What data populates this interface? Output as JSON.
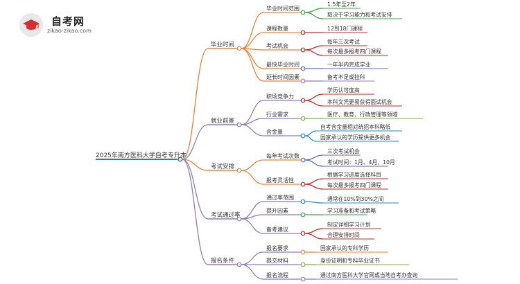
{
  "logo": {
    "title": "自考网",
    "url": "zikao-zikao.com"
  },
  "root": "2025年南方医科大学自考专升本",
  "branches": [
    {
      "label": "毕业时间",
      "color": "#e8833a",
      "children": [
        {
          "label": "毕业时间范围",
          "color": "#43a047",
          "leaves": [
            "1.5年至2年",
            "取决于学习能力和考试安排"
          ]
        },
        {
          "label": "课程数量",
          "color": "#c62828",
          "leaves": [
            "12到18门课程"
          ]
        },
        {
          "label": "考试机会",
          "color": "#c62828",
          "leaves": [
            "每年三次考试",
            "每次最多报考四门课程"
          ]
        },
        {
          "label": "最快毕业时间",
          "color": "#5c6bc0",
          "leaves": [
            "一年半内完成学业"
          ]
        },
        {
          "label": "延长时间因素",
          "color": "#8e7cc3",
          "leaves": [
            "备考不足或挂科"
          ]
        }
      ]
    },
    {
      "label": "就业前景",
      "color": "#8e7cc3",
      "children": [
        {
          "label": "职场竞争力",
          "color": "#c62828",
          "leaves": [
            "学历认可度高",
            "本科文凭更易获得面试机会"
          ]
        },
        {
          "label": "行业需求",
          "color": "#7cb342",
          "leaves": [
            "医疗、教育、行政管理等领域"
          ]
        },
        {
          "label": "含金量",
          "color": "#1e88e5",
          "leaves": [
            "自考含金量相对统招本科略低",
            "国家承认的学历提供更多机会"
          ]
        }
      ]
    },
    {
      "label": "考试安排",
      "color": "#e8833a",
      "children": [
        {
          "label": "每年考试次数",
          "color": "#5c6bc0",
          "leaves": [
            "三次考试机会",
            "考试时间：1月、4月、10月"
          ]
        },
        {
          "label": "报考灵活性",
          "color": "#c62828",
          "leaves": [
            "根据学习进度选择科目",
            "每次最多报考四门课程"
          ]
        }
      ]
    },
    {
      "label": "考试通过率",
      "color": "#8e7cc3",
      "children": [
        {
          "label": "通过率范围",
          "color": "#1e88e5",
          "leaves": [
            "通常在10%到30%之间"
          ]
        },
        {
          "label": "提升因素",
          "color": "#43a047",
          "leaves": [
            "学习准备和考试策略"
          ]
        },
        {
          "label": "备考建议",
          "color": "#c62828",
          "leaves": [
            "制定详细学习计划",
            "合理安排时间"
          ]
        }
      ]
    },
    {
      "label": "报名条件",
      "color": "#8e7cc3",
      "children": [
        {
          "label": "报名要求",
          "color": "#e8833a",
          "leaves": [
            "国家承认的专科学历"
          ]
        },
        {
          "label": "提交材料",
          "color": "#7cb342",
          "leaves": [
            "身份证明和专科毕业证书"
          ]
        },
        {
          "label": "报名流程",
          "color": "#8e7cc3",
          "leaves": [
            "通过南方医科大学官网或当地自考办查询"
          ]
        }
      ]
    }
  ]
}
